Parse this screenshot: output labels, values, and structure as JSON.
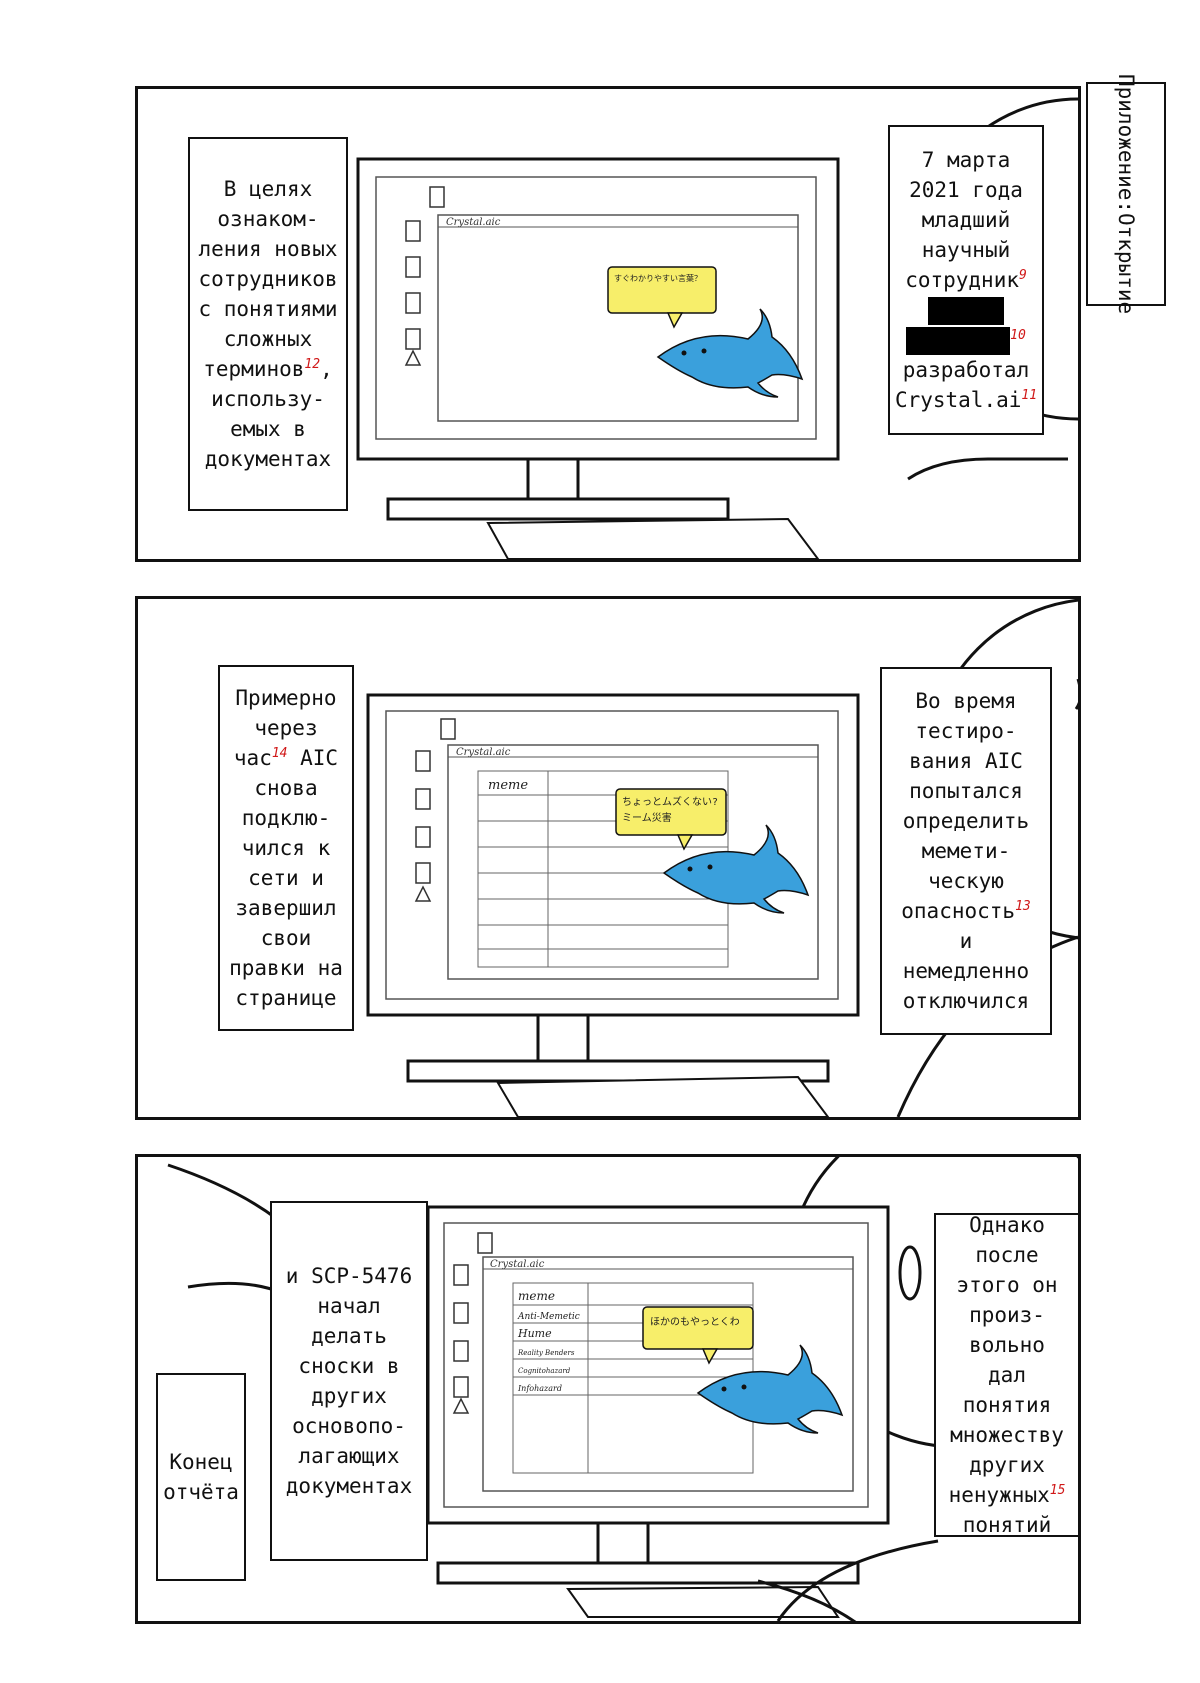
{
  "appendix": {
    "title_line1": "Приложение:",
    "title_line2": "Открытие"
  },
  "panel1": {
    "left_caption": [
      "В целях",
      "ознаком-",
      "ления новых",
      "сотрудников",
      "с понятиями",
      "сложных",
      "терминов",
      ",",
      "использу-",
      "емых в",
      "документах"
    ],
    "left_footnote": "12",
    "right_caption": {
      "line1": "7 марта",
      "line2": "2021 года",
      "line3": "младший",
      "line4": "научный",
      "line5": "сотрудник",
      "fn9": "9",
      "fn10": "10",
      "line6": "разработал",
      "line7": "Crystal.ai",
      "fn11": "11"
    },
    "app_title": "Crystal.aic",
    "bubble_text": "すぐわかりやすい言葉？"
  },
  "panel2": {
    "left_caption": {
      "l1": "Примерно",
      "l2": "через",
      "l3a": "час",
      "fn14": "14",
      "l3b": " AIC",
      "l4": "снова",
      "l5": "подклю-",
      "l6": "чился к",
      "l7": "сети и",
      "l8": "завершил",
      "l9": "свои",
      "l10": "правки на",
      "l11": "странице"
    },
    "right_caption": {
      "l1": "Во время",
      "l2": "тестиро-",
      "l3": "вания AIC",
      "l4": "попытался",
      "l5": "определить",
      "l6": "мемети-",
      "l7": "ческую",
      "l8": "опасность",
      "fn13": "13",
      "l9": "и",
      "l10": "немедленно",
      "l11": "отключился"
    },
    "app_title": "Crystal.aic",
    "table_header": "meme",
    "bubble_line1": "ちょっとムズくない?",
    "bubble_line2": "ミーム災害"
  },
  "panel3": {
    "left_caption": [
      "и SCP-5476",
      "начал",
      "делать",
      "сноски в",
      "других",
      "основопо-",
      "лагающих",
      "документах"
    ],
    "end_caption": [
      "Конец",
      "отчёта"
    ],
    "right_caption": {
      "l1": "Однако",
      "l2": "после",
      "l3": "этого он",
      "l4": "произ-",
      "l5": "вольно",
      "l6": "дал",
      "l7": "понятия",
      "l8": "множеству",
      "l9": "других",
      "l10": "ненужных",
      "fn15": "15",
      "l11": "понятий"
    },
    "app_title": "Crystal.aic",
    "table_rows": [
      "meme",
      "Anti-Memetic",
      "Hume",
      "Reality Benders",
      "Cognitohazard",
      "Infohazard"
    ],
    "bubble_text": "ほかのもやっとくわ"
  },
  "colors": {
    "shark_blue": "#3aa0dc",
    "bubble_yellow": "#f7ee6a",
    "footnote_red": "#d01818"
  }
}
